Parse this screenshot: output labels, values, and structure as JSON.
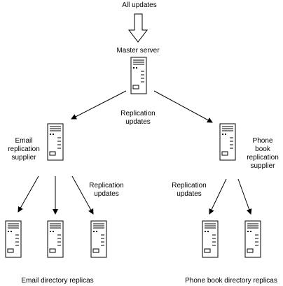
{
  "labels": {
    "input": "All updates",
    "master": "Master server",
    "rep_top": "Replication\nupdates",
    "email_supplier": "Email\nreplication\nsupplier",
    "phone_supplier": "Phone book\nreplication\nsupplier",
    "rep_left": "Replication\nupdates",
    "rep_right": "Replication\nupdates",
    "email_replicas": "Email directory replicas",
    "phone_replicas": "Phone book directory replicas"
  },
  "nodes": [
    {
      "id": "master-server",
      "label_key": "master"
    },
    {
      "id": "email-supplier",
      "label_key": "email_supplier"
    },
    {
      "id": "phone-supplier",
      "label_key": "phone_supplier"
    },
    {
      "id": "email-replica-1",
      "group": "email_replicas"
    },
    {
      "id": "email-replica-2",
      "group": "email_replicas"
    },
    {
      "id": "email-replica-3",
      "group": "email_replicas"
    },
    {
      "id": "phone-replica-1",
      "group": "phone_replicas"
    },
    {
      "id": "phone-replica-2",
      "group": "phone_replicas"
    }
  ],
  "edges": [
    {
      "from": "input",
      "to": "master-server"
    },
    {
      "from": "master-server",
      "to": "email-supplier"
    },
    {
      "from": "master-server",
      "to": "phone-supplier"
    },
    {
      "from": "email-supplier",
      "to": "email-replica-1"
    },
    {
      "from": "email-supplier",
      "to": "email-replica-2"
    },
    {
      "from": "email-supplier",
      "to": "email-replica-3"
    },
    {
      "from": "phone-supplier",
      "to": "phone-replica-1"
    },
    {
      "from": "phone-supplier",
      "to": "phone-replica-2"
    }
  ],
  "icons": {
    "server": "server-tower-icon",
    "input_arrow": "down-arrow-icon"
  },
  "colors": {
    "stroke": "#000000",
    "fill": "#ffffff"
  }
}
